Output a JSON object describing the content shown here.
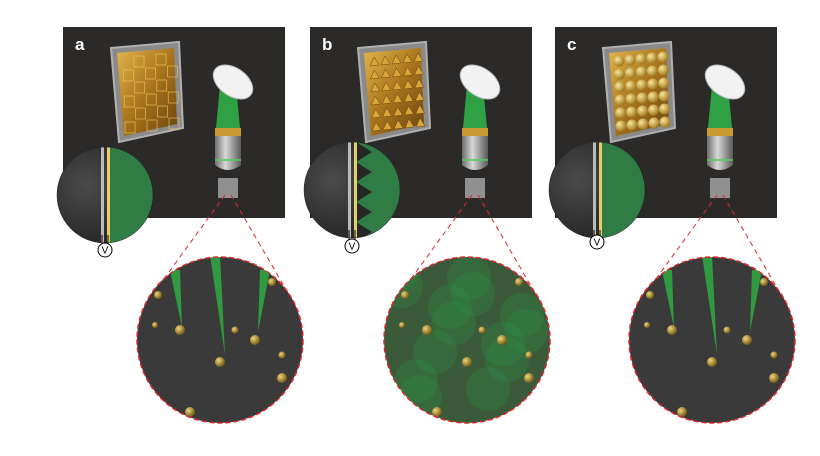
{
  "panels": [
    {
      "label": "a",
      "voltage_symbol": "V",
      "metasurface": "tiled-steps"
    },
    {
      "label": "b",
      "voltage_symbol": "V",
      "metasurface": "pyramid-array"
    },
    {
      "label": "c",
      "voltage_symbol": "V",
      "metasurface": "dome-array"
    }
  ],
  "colors": {
    "background": "#2b2a29",
    "gold": "#c8982e",
    "green": "#2f7d45",
    "dashed": "#e0262a"
  }
}
